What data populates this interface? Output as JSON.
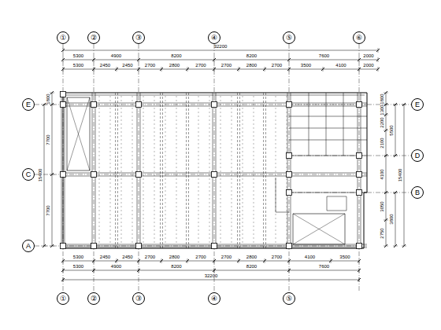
{
  "diagram": {
    "nodes": [
      {
        "text": [
          "①"
        ]
      },
      {
        "text": [
          "②"
        ]
      },
      {
        "text": [
          "③"
        ]
      },
      {
        "text": [
          "④"
        ]
      },
      {
        "text": [
          "⑤"
        ]
      },
      {
        "text": [
          "⑥"
        ]
      },
      {
        "text": [
          "E"
        ]
      },
      {
        "text": [
          "C"
        ]
      },
      {
        "text": [
          "A"
        ]
      },
      {
        "text": [
          "E"
        ]
      },
      {
        "text": [
          "D"
        ]
      },
      {
        "text": [
          "B"
        ]
      },
      {
        "text": [
          "①"
        ]
      },
      {
        "text": [
          "②"
        ]
      },
      {
        "text": [
          "③"
        ]
      },
      {
        "text": [
          "④"
        ]
      },
      {
        "text": [
          "⑤"
        ]
      }
    ],
    "labels": [
      "32200",
      "5300",
      "4900",
      "8200",
      "8200",
      "7600",
      "2000",
      "5300",
      "2450",
      "2450",
      "2700",
      "2800",
      "2700",
      "2700",
      "2800",
      "2700",
      "3500",
      "4100",
      "2000",
      "5300",
      "2450",
      "2450",
      "2700",
      "2800",
      "2700",
      "2700",
      "2800",
      "2700",
      "4100",
      "3500",
      "5300",
      "4900",
      "8200",
      "8200",
      "7600",
      "32200",
      "1800",
      "7700",
      "7700",
      "15400",
      "1800",
      "1300",
      "2200",
      "2100",
      "4100",
      "3050",
      "2750",
      "5500",
      "3800",
      "15400"
    ]
  }
}
